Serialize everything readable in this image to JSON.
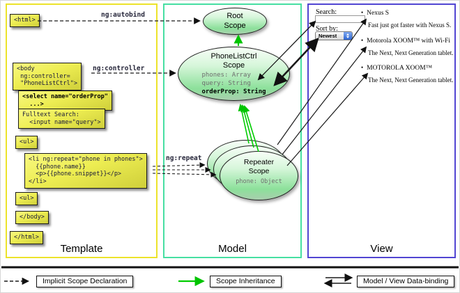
{
  "columns": {
    "template": {
      "label": "Template"
    },
    "model": {
      "label": "Model"
    },
    "view": {
      "label": "View"
    }
  },
  "connectors": {
    "autobind_label": "ng:autobind",
    "controller_label": "ng:controller",
    "repeat_label": "ng:repeat"
  },
  "template_boxes": [
    {
      "text": "<html>"
    },
    {
      "text": "<body\n ng:controller=\n \"PhoneListCtrl\">"
    },
    {
      "text": "<select name=\"orderProp\"\n  ...>"
    },
    {
      "text": "Fulltext Search:\n  <input name=\"query\">"
    },
    {
      "text": "<ul>"
    },
    {
      "text": "<li ng:repeat=\"phone in phones\">\n  {{phone.name}}\n  <p>{{phone.snippet}}</p>\n</li>"
    },
    {
      "text": "<ul>"
    },
    {
      "text": "</body>"
    },
    {
      "text": "</html>"
    }
  ],
  "scopes": {
    "root": {
      "title": "Root\nScope"
    },
    "phonelist": {
      "title": "PhoneListCtrl\nScope",
      "prop1": "phones: Array",
      "prop2": "query: String",
      "prop3": "orderProp: String"
    },
    "repeater": {
      "title": "Repeater\nScope",
      "prop": "phone: Object"
    }
  },
  "view_panel": {
    "search_label": "Search:",
    "search_value": "",
    "sort_label": "Sort by:",
    "sort_value": "Newest",
    "items": [
      {
        "name": "Nexus S",
        "desc": "Fast just got faster with Nexus S."
      },
      {
        "name": "Motorola XOOM™ with Wi-Fi",
        "desc": "The Next, Next Generation tablet."
      },
      {
        "name": "MOTOROLA XOOM™",
        "desc": "The Next, Next Generation tablet."
      }
    ]
  },
  "legend": {
    "implicit": "Implicit Scope Declaration",
    "inheritance": "Scope Inheritance",
    "binding": "Model / View Data-binding"
  },
  "colors": {
    "template_border": "#ece32b",
    "model_border": "#46dfa2",
    "view_border": "#5145d2",
    "code_box_fill": "#ecec4e",
    "scope_green": "#8ce09a",
    "inheritance_green": "#00cc00",
    "arrow_black": "#1a1a1a"
  }
}
